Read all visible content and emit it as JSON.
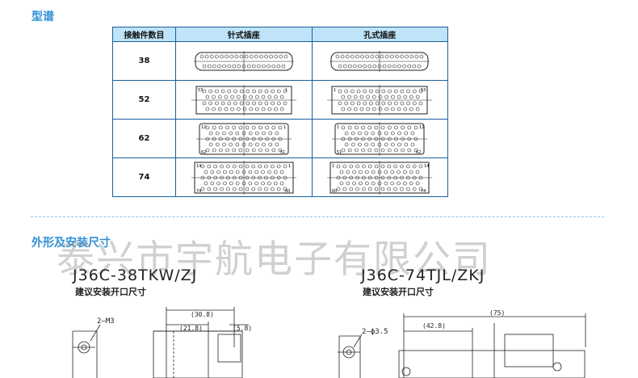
{
  "section1": {
    "title": "型谱"
  },
  "table": {
    "headers": [
      "接触件数目",
      "针式插座",
      "孔式插座"
    ],
    "rows": [
      {
        "count": "38",
        "pin_icon": "pin-socket-38-drawing",
        "hole_icon": "hole-socket-38-drawing"
      },
      {
        "count": "52",
        "pin_icon": "pin-socket-52-drawing",
        "hole_icon": "hole-socket-52-drawing",
        "pin_labels": [
          "53",
          "1"
        ],
        "hole_labels": [
          "1",
          "53"
        ]
      },
      {
        "count": "62",
        "pin_icon": "pin-socket-62-drawing",
        "hole_icon": "hole-socket-62-drawing",
        "pin_labels": [
          "12",
          "1",
          "62",
          "51"
        ],
        "hole_labels": [
          "1",
          "12",
          "51",
          "62"
        ]
      },
      {
        "count": "74",
        "pin_icon": "pin-socket-74-drawing",
        "hole_icon": "hole-socket-74-drawing",
        "pin_labels": [
          "14",
          "1",
          "74",
          "60"
        ],
        "hole_labels": [
          "1",
          "14",
          "60",
          "74"
        ]
      }
    ]
  },
  "section2": {
    "title": "外形及安装尺寸"
  },
  "watermark": "泰兴市宇航电子有限公司",
  "left_drawing": {
    "model": "J36C-38TKW/ZJ",
    "subtitle": "建议安装开口尺寸",
    "dims": {
      "overall": "(30.8)",
      "inner": "(21.8)",
      "right": "(5.8)",
      "holes": "2—M3"
    }
  },
  "right_drawing": {
    "model": "J36C-74TJL/ZKJ",
    "subtitle": "建议安装开口尺寸",
    "dims": {
      "overall": "(75)",
      "inner": "(42.8)",
      "holes": "2—ф3.5"
    }
  },
  "colors": {
    "accent": "#2f8fd6",
    "header_bg": "#bfe3f8",
    "border": "#1a5f9a"
  }
}
